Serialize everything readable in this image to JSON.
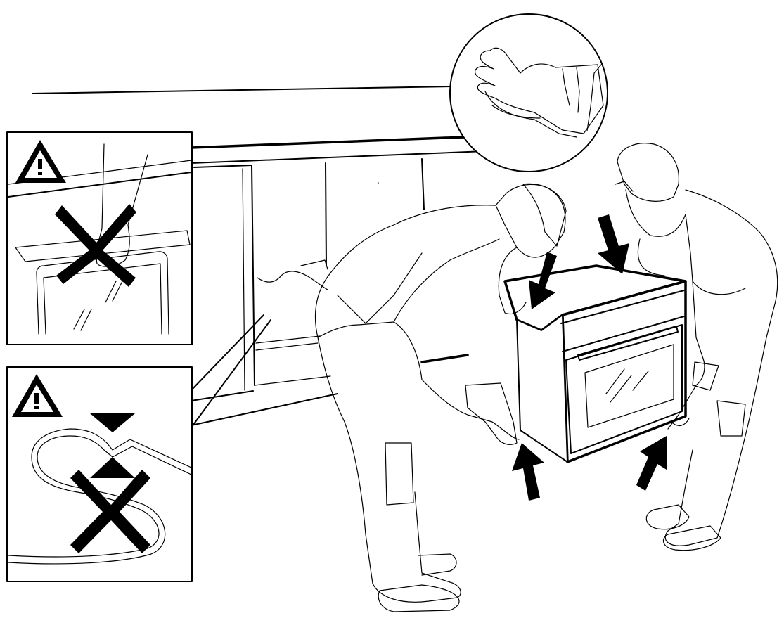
{
  "illustration": {
    "type": "installation-instruction",
    "text_labels": [],
    "colors": {
      "ink": "#000000",
      "paper": "#ffffff"
    },
    "panels": [
      {
        "id": "warning-handle",
        "icon": "warning-triangle-icon",
        "mark": "cross-icon"
      },
      {
        "id": "warning-cable",
        "icon": "warning-triangle-icon",
        "mark": "cross-icon",
        "pinch_markers": [
          "down-triangle-icon",
          "up-triangle-icon"
        ]
      },
      {
        "id": "gloves-callout",
        "icon": "gloves-icon"
      }
    ],
    "lift_arrows": [
      "arrow-down-icon",
      "arrow-down-icon",
      "arrow-up-icon",
      "arrow-up-icon"
    ]
  }
}
